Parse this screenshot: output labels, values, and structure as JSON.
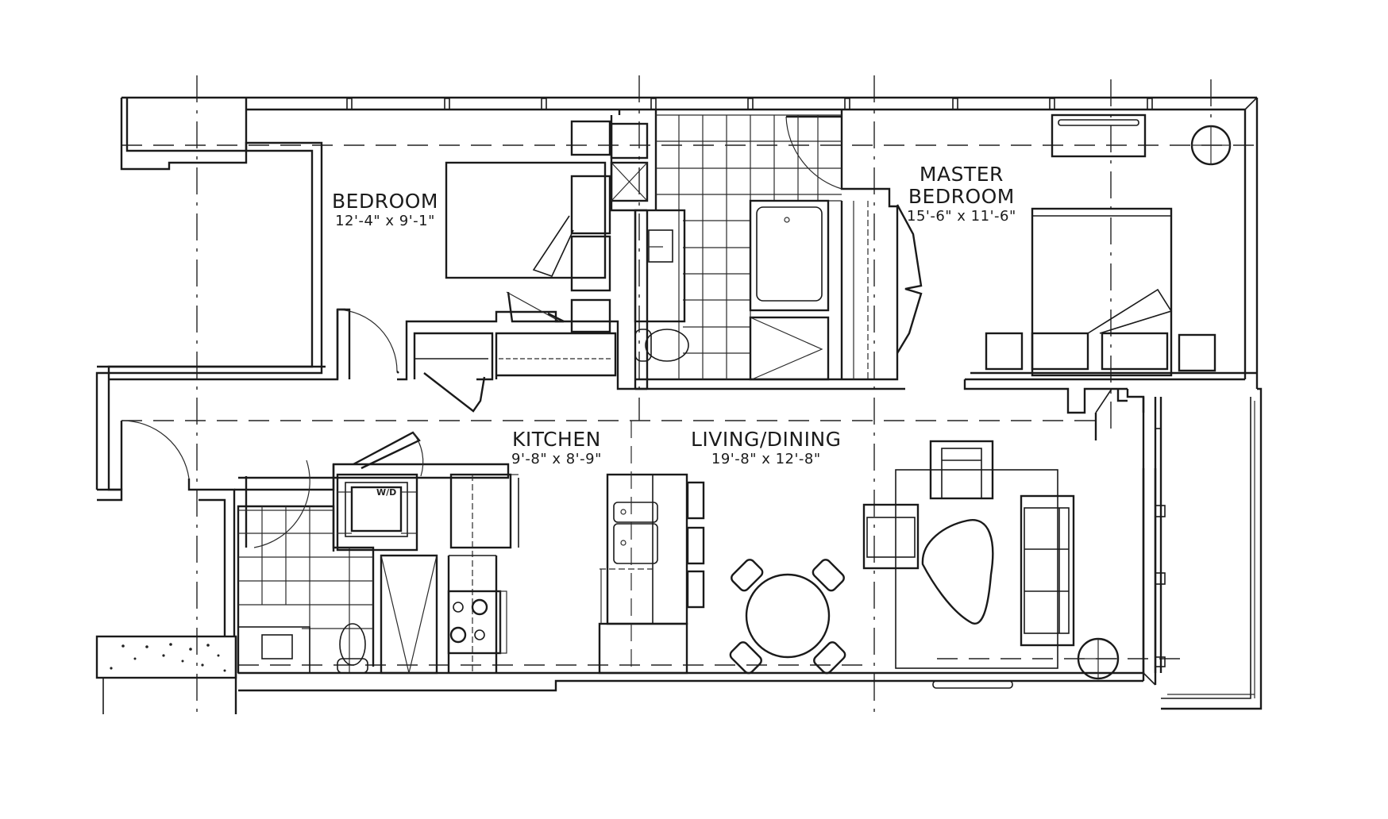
{
  "plan": {
    "rooms": [
      {
        "id": "bedroom",
        "name": "BEDROOM",
        "dimensions": "12'-4\" x 9'-1\""
      },
      {
        "id": "master_bedroom",
        "name_line1": "MASTER",
        "name_line2": "BEDROOM",
        "dimensions": "15'-6\" x 11'-6\""
      },
      {
        "id": "kitchen",
        "name": "KITCHEN",
        "dimensions": "9'-8\" x 8'-9\""
      },
      {
        "id": "living_dining",
        "name": "LIVING/DINING",
        "dimensions": "19'-8\" x 12'-8\""
      }
    ],
    "fixtures": {
      "washer_dryer_label": "W/D"
    },
    "colors": {
      "line": "#1a1a1a",
      "background": "#ffffff"
    }
  }
}
